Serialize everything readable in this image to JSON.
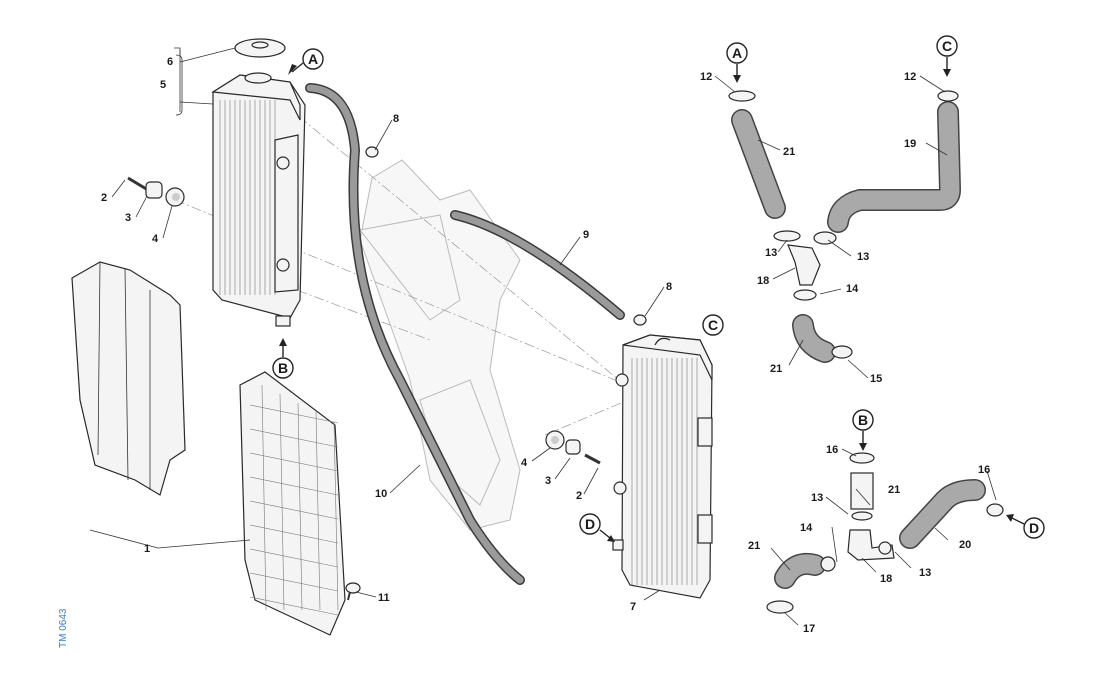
{
  "doc_code": "TM 0643",
  "callouts": {
    "A": "A",
    "B": "B",
    "C": "C",
    "D": "D"
  },
  "part_numbers": {
    "p1": "1",
    "p2": "2",
    "p3": "3",
    "p4": "4",
    "p5": "5",
    "p6": "6",
    "p7": "7",
    "p8": "8",
    "p9": "9",
    "p10": "10",
    "p11": "11",
    "p12": "12",
    "p13": "13",
    "p14": "14",
    "p15": "15",
    "p16": "16",
    "p17": "17",
    "p18": "18",
    "p19": "19",
    "p20": "20",
    "p21": "21"
  }
}
